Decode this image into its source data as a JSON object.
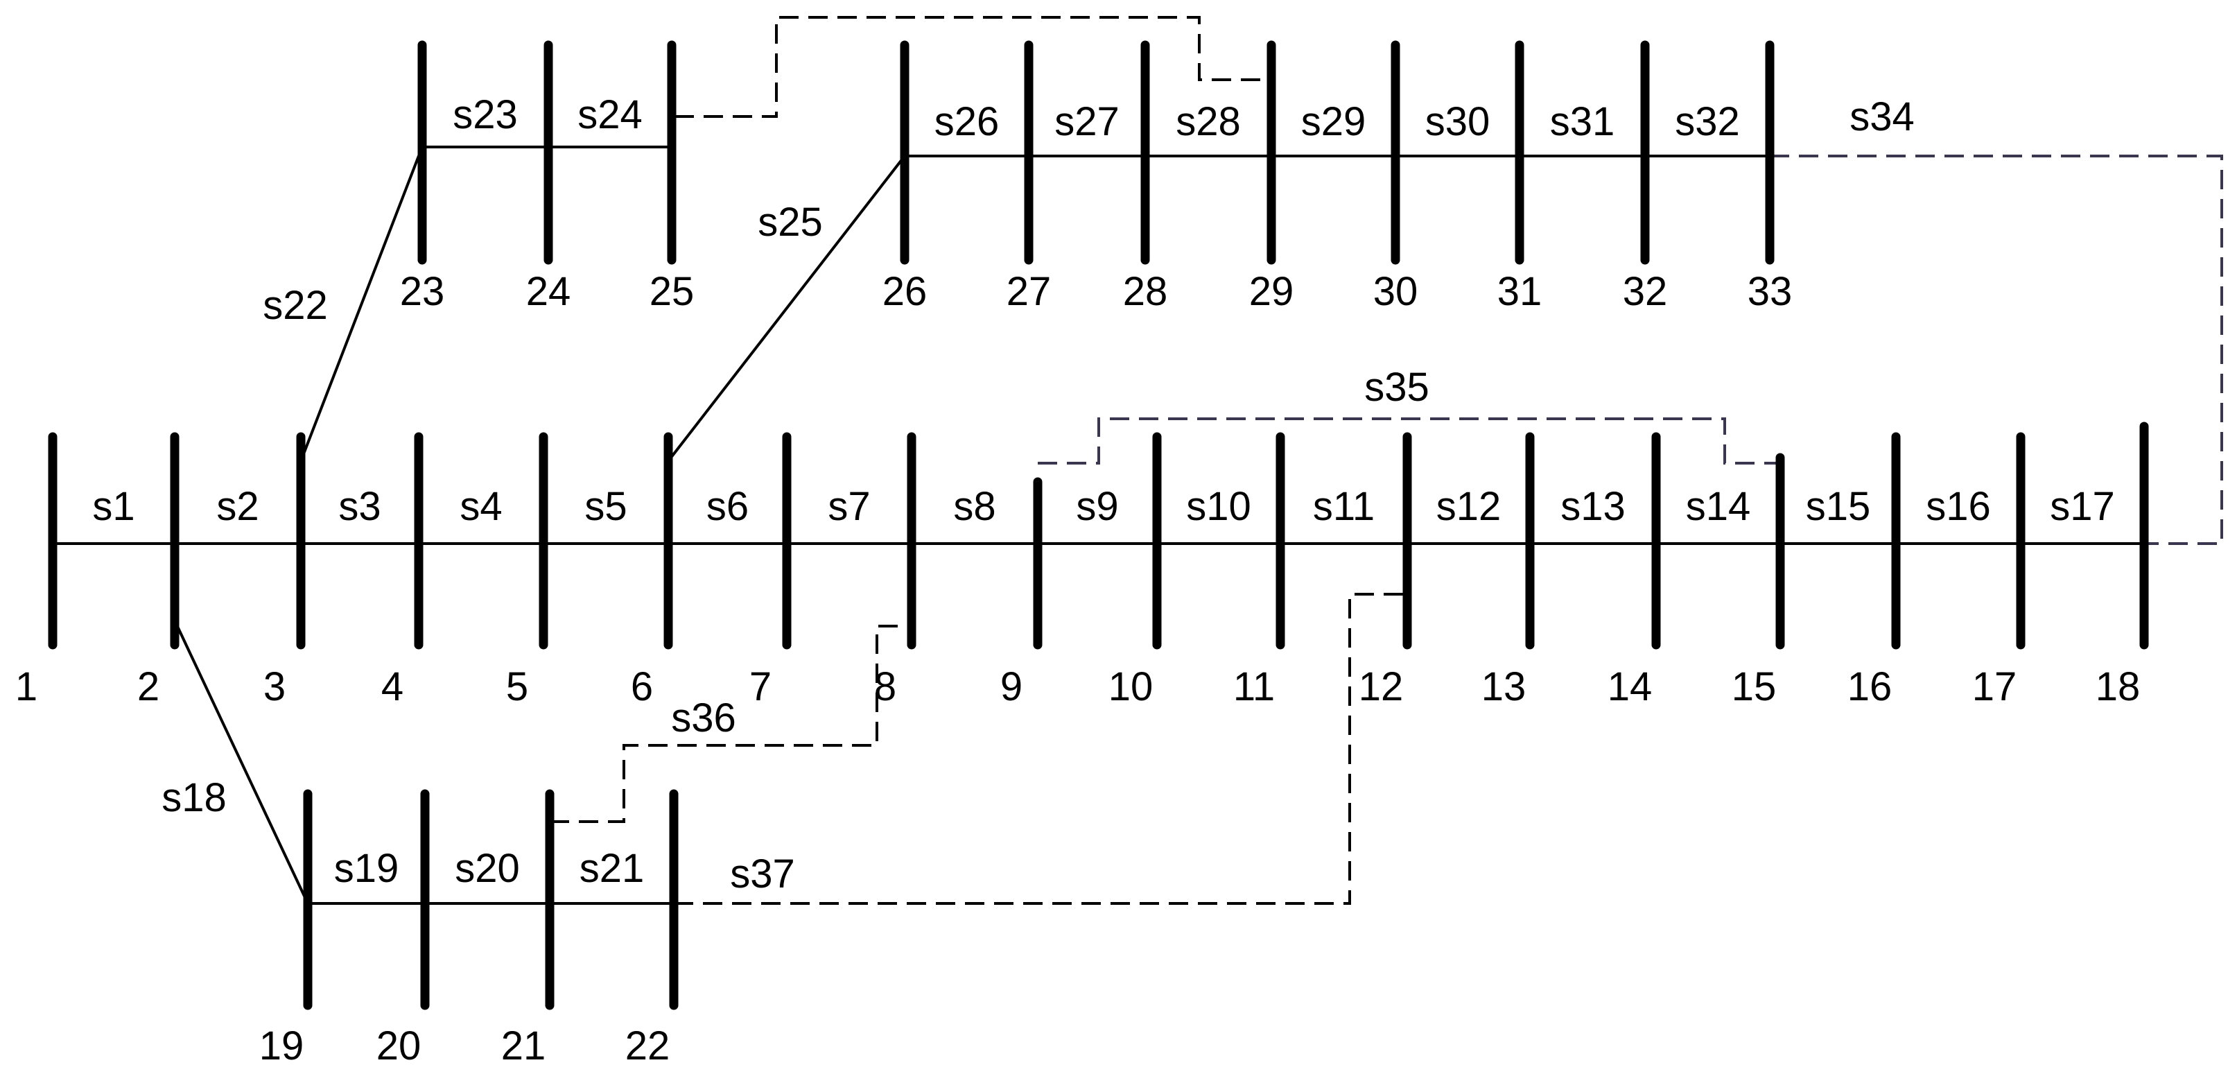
{
  "diagram": {
    "colors": {
      "line": "#000000",
      "tie_dark": "#000000",
      "tie_purple": "#3b3650"
    },
    "buses": [
      {
        "id": "1",
        "label": "1"
      },
      {
        "id": "2",
        "label": "2"
      },
      {
        "id": "3",
        "label": "3"
      },
      {
        "id": "4",
        "label": "4"
      },
      {
        "id": "5",
        "label": "5"
      },
      {
        "id": "6",
        "label": "6"
      },
      {
        "id": "7",
        "label": "7"
      },
      {
        "id": "8",
        "label": "8"
      },
      {
        "id": "9",
        "label": "9"
      },
      {
        "id": "10",
        "label": "10"
      },
      {
        "id": "11",
        "label": "11"
      },
      {
        "id": "12",
        "label": "12"
      },
      {
        "id": "13",
        "label": "13"
      },
      {
        "id": "14",
        "label": "14"
      },
      {
        "id": "15",
        "label": "15"
      },
      {
        "id": "16",
        "label": "16"
      },
      {
        "id": "17",
        "label": "17"
      },
      {
        "id": "18",
        "label": "18"
      },
      {
        "id": "19",
        "label": "19"
      },
      {
        "id": "20",
        "label": "20"
      },
      {
        "id": "21",
        "label": "21"
      },
      {
        "id": "22",
        "label": "22"
      },
      {
        "id": "23",
        "label": "23"
      },
      {
        "id": "24",
        "label": "24"
      },
      {
        "id": "25",
        "label": "25"
      },
      {
        "id": "26",
        "label": "26"
      },
      {
        "id": "27",
        "label": "27"
      },
      {
        "id": "28",
        "label": "28"
      },
      {
        "id": "29",
        "label": "29"
      },
      {
        "id": "30",
        "label": "30"
      },
      {
        "id": "31",
        "label": "31"
      },
      {
        "id": "32",
        "label": "32"
      },
      {
        "id": "33",
        "label": "33"
      }
    ],
    "branches": [
      {
        "id": "s1",
        "label": "s1",
        "from": "1",
        "to": "2"
      },
      {
        "id": "s2",
        "label": "s2",
        "from": "2",
        "to": "3"
      },
      {
        "id": "s3",
        "label": "s3",
        "from": "3",
        "to": "4"
      },
      {
        "id": "s4",
        "label": "s4",
        "from": "4",
        "to": "5"
      },
      {
        "id": "s5",
        "label": "s5",
        "from": "5",
        "to": "6"
      },
      {
        "id": "s6",
        "label": "s6",
        "from": "6",
        "to": "7"
      },
      {
        "id": "s7",
        "label": "s7",
        "from": "7",
        "to": "8"
      },
      {
        "id": "s8",
        "label": "s8",
        "from": "8",
        "to": "9"
      },
      {
        "id": "s9",
        "label": "s9",
        "from": "9",
        "to": "10"
      },
      {
        "id": "s10",
        "label": "s10",
        "from": "10",
        "to": "11"
      },
      {
        "id": "s11",
        "label": "s11",
        "from": "11",
        "to": "12"
      },
      {
        "id": "s12",
        "label": "s12",
        "from": "12",
        "to": "13"
      },
      {
        "id": "s13",
        "label": "s13",
        "from": "13",
        "to": "14"
      },
      {
        "id": "s14",
        "label": "s14",
        "from": "14",
        "to": "15"
      },
      {
        "id": "s15",
        "label": "s15",
        "from": "15",
        "to": "16"
      },
      {
        "id": "s16",
        "label": "s16",
        "from": "16",
        "to": "17"
      },
      {
        "id": "s17",
        "label": "s17",
        "from": "17",
        "to": "18"
      },
      {
        "id": "s18",
        "label": "s18",
        "from": "2",
        "to": "19"
      },
      {
        "id": "s19",
        "label": "s19",
        "from": "19",
        "to": "20"
      },
      {
        "id": "s20",
        "label": "s20",
        "from": "20",
        "to": "21"
      },
      {
        "id": "s21",
        "label": "s21",
        "from": "21",
        "to": "22"
      },
      {
        "id": "s22",
        "label": "s22",
        "from": "3",
        "to": "23"
      },
      {
        "id": "s23",
        "label": "s23",
        "from": "23",
        "to": "24"
      },
      {
        "id": "s24",
        "label": "s24",
        "from": "24",
        "to": "25"
      },
      {
        "id": "s25",
        "label": "s25",
        "from": "6",
        "to": "26"
      },
      {
        "id": "s26",
        "label": "s26",
        "from": "26",
        "to": "27"
      },
      {
        "id": "s27",
        "label": "s27",
        "from": "27",
        "to": "28"
      },
      {
        "id": "s28",
        "label": "s28",
        "from": "28",
        "to": "29"
      },
      {
        "id": "s29",
        "label": "s29",
        "from": "29",
        "to": "30"
      },
      {
        "id": "s30",
        "label": "s30",
        "from": "30",
        "to": "31"
      },
      {
        "id": "s31",
        "label": "s31",
        "from": "31",
        "to": "32"
      },
      {
        "id": "s32",
        "label": "s32",
        "from": "32",
        "to": "33"
      }
    ],
    "tie_switches": [
      {
        "id": "s33",
        "label": "",
        "from": "25",
        "to": "29",
        "color": "tie_dark"
      },
      {
        "id": "s34",
        "label": "s34",
        "from": "33",
        "to": "18",
        "color": "tie_purple"
      },
      {
        "id": "s35",
        "label": "s35",
        "from": "9",
        "to": "15",
        "color": "tie_purple"
      },
      {
        "id": "s36",
        "label": "s36",
        "from": "8",
        "to": "21",
        "color": "tie_dark"
      },
      {
        "id": "s37",
        "label": "s37",
        "from": "12",
        "to": "22",
        "color": "tie_dark"
      }
    ]
  }
}
